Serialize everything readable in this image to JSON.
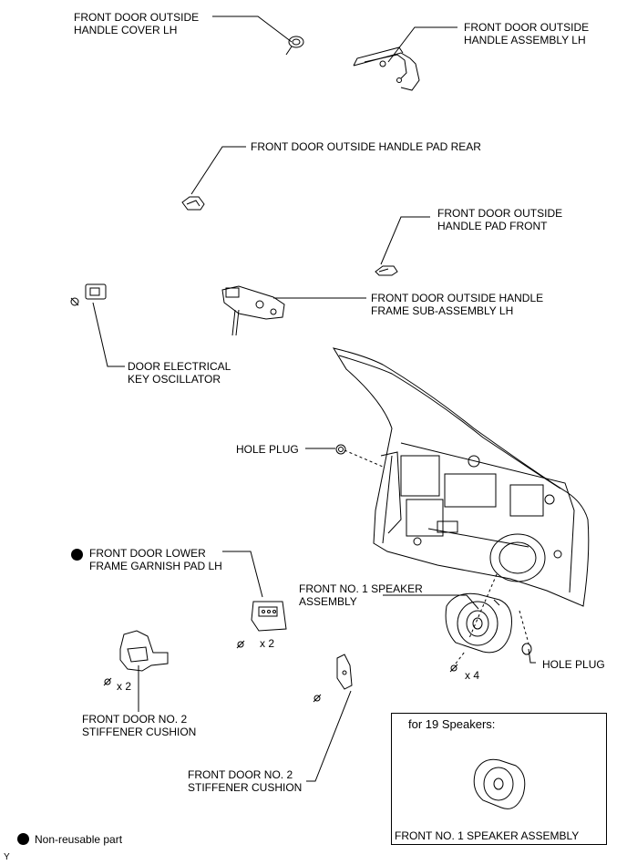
{
  "labels": {
    "handle_cover": [
      "FRONT DOOR OUTSIDE",
      "HANDLE COVER LH"
    ],
    "handle_assembly": [
      "FRONT DOOR OUTSIDE",
      "HANDLE ASSEMBLY LH"
    ],
    "handle_pad_rear": "FRONT DOOR OUTSIDE HANDLE PAD REAR",
    "handle_pad_front": [
      "FRONT DOOR OUTSIDE",
      "HANDLE PAD FRONT"
    ],
    "key_oscillator": [
      "DOOR ELECTRICAL",
      "KEY OSCILLATOR"
    ],
    "handle_frame": [
      "FRONT DOOR OUTSIDE HANDLE",
      "FRAME SUB-ASSEMBLY LH"
    ],
    "hole_plug_upper": "HOLE PLUG",
    "garnish_pad": [
      "FRONT DOOR LOWER",
      "FRAME GARNISH PAD LH"
    ],
    "speaker_assembly": [
      "FRONT NO. 1 SPEAKER",
      "ASSEMBLY"
    ],
    "stiffener_left": [
      "FRONT DOOR NO. 2",
      "STIFFENER CUSHION"
    ],
    "stiffener_center": [
      "FRONT DOOR NO. 2",
      "STIFFENER CUSHION"
    ],
    "hole_plug_lower": "HOLE PLUG"
  },
  "quantities": {
    "garnish_screws": "x 2",
    "stiffener_left_screws": "x 2",
    "speaker_screws": "x 4"
  },
  "inset": {
    "title": "for 19 Speakers:",
    "caption": "FRONT NO. 1 SPEAKER ASSEMBLY"
  },
  "legend": {
    "non_reusable": "Non-reusable part"
  },
  "figure_code": "Y"
}
